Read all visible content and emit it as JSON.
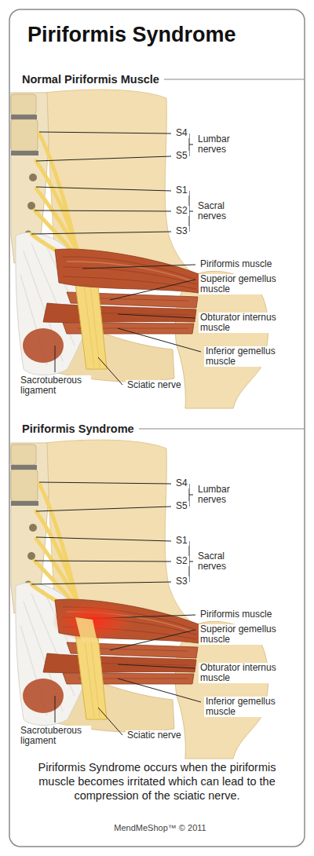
{
  "diagram": {
    "title": "Piriformis Syndrome",
    "caption": "Piriformis Syndrome occurs when the piriformis muscle becomes irritated which can lead to the compression of the sciatic nerve.",
    "labels": [
      "Normal Piriformis Muscle",
      "S4",
      "S5",
      "Lumbar nerves",
      "S1",
      "S2",
      "S3",
      "Sacral nerves",
      "Piriformis muscle",
      "Superior gemellus muscle",
      "Obturator internus muscle",
      "Inferior gemellus muscle",
      "Sacrotuberous ligament",
      "Sciatic nerve",
      "Piriformis Syndrome",
      "S4",
      "S5",
      "Lumbar nerves",
      "S1",
      "S2",
      "S3",
      "Sacral nerves",
      "Piriformis muscle",
      "Superior gemellus muscle",
      "Obturator internus muscle",
      "Inferior gemellus muscle",
      "Sacrotuberous ligament",
      "Sciatic nerve",
      "MendMeShop™ © 2011"
    ]
  }
}
